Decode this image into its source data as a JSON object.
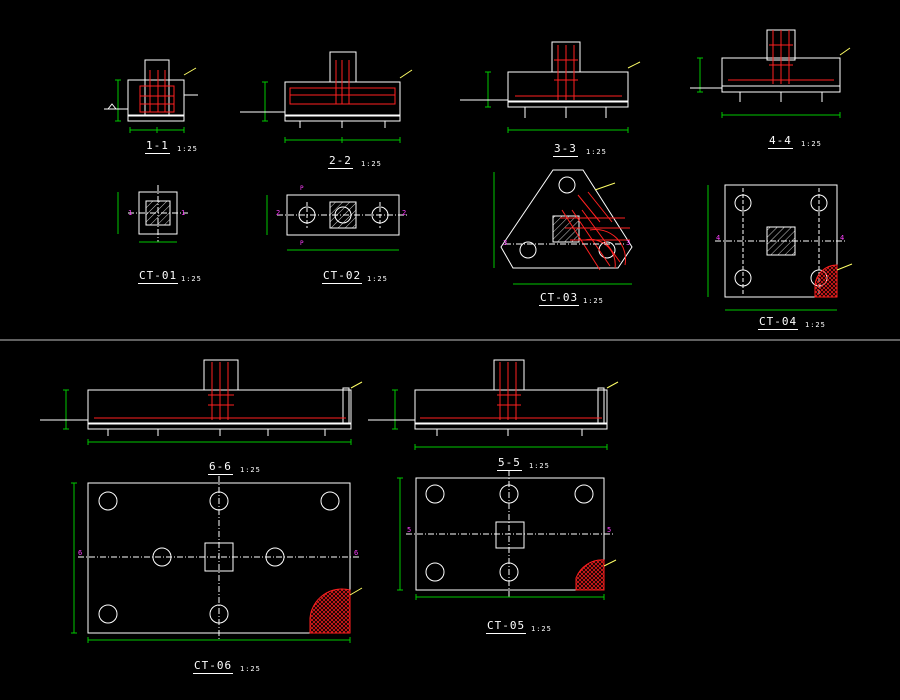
{
  "drawing": {
    "colors": {
      "background": "#000000",
      "outline": "#ffffff",
      "rebar": "#ff2020",
      "dimension": "#00c800",
      "section_mark": "#ff40ff",
      "leader": "#ffff66"
    },
    "views": {
      "sec_1_1": {
        "title": "1-1",
        "scale": "1:25"
      },
      "sec_2_2": {
        "title": "2-2",
        "scale": "1:25"
      },
      "sec_3_3": {
        "title": "3-3",
        "scale": "1:25"
      },
      "sec_4_4": {
        "title": "4-4",
        "scale": "1:25"
      },
      "ct_01": {
        "title": "CT-01",
        "scale": "1:25"
      },
      "ct_02": {
        "title": "CT-02",
        "scale": "1:25"
      },
      "ct_03": {
        "title": "CT-03",
        "scale": "1:25"
      },
      "ct_04": {
        "title": "CT-04",
        "scale": "1:25"
      },
      "sec_6_6": {
        "title": "6-6",
        "scale": "1:25"
      },
      "sec_5_5": {
        "title": "5-5",
        "scale": "1:25"
      },
      "ct_06": {
        "title": "CT-06",
        "scale": "1:25"
      },
      "ct_05": {
        "title": "CT-05",
        "scale": "1:25"
      }
    }
  }
}
